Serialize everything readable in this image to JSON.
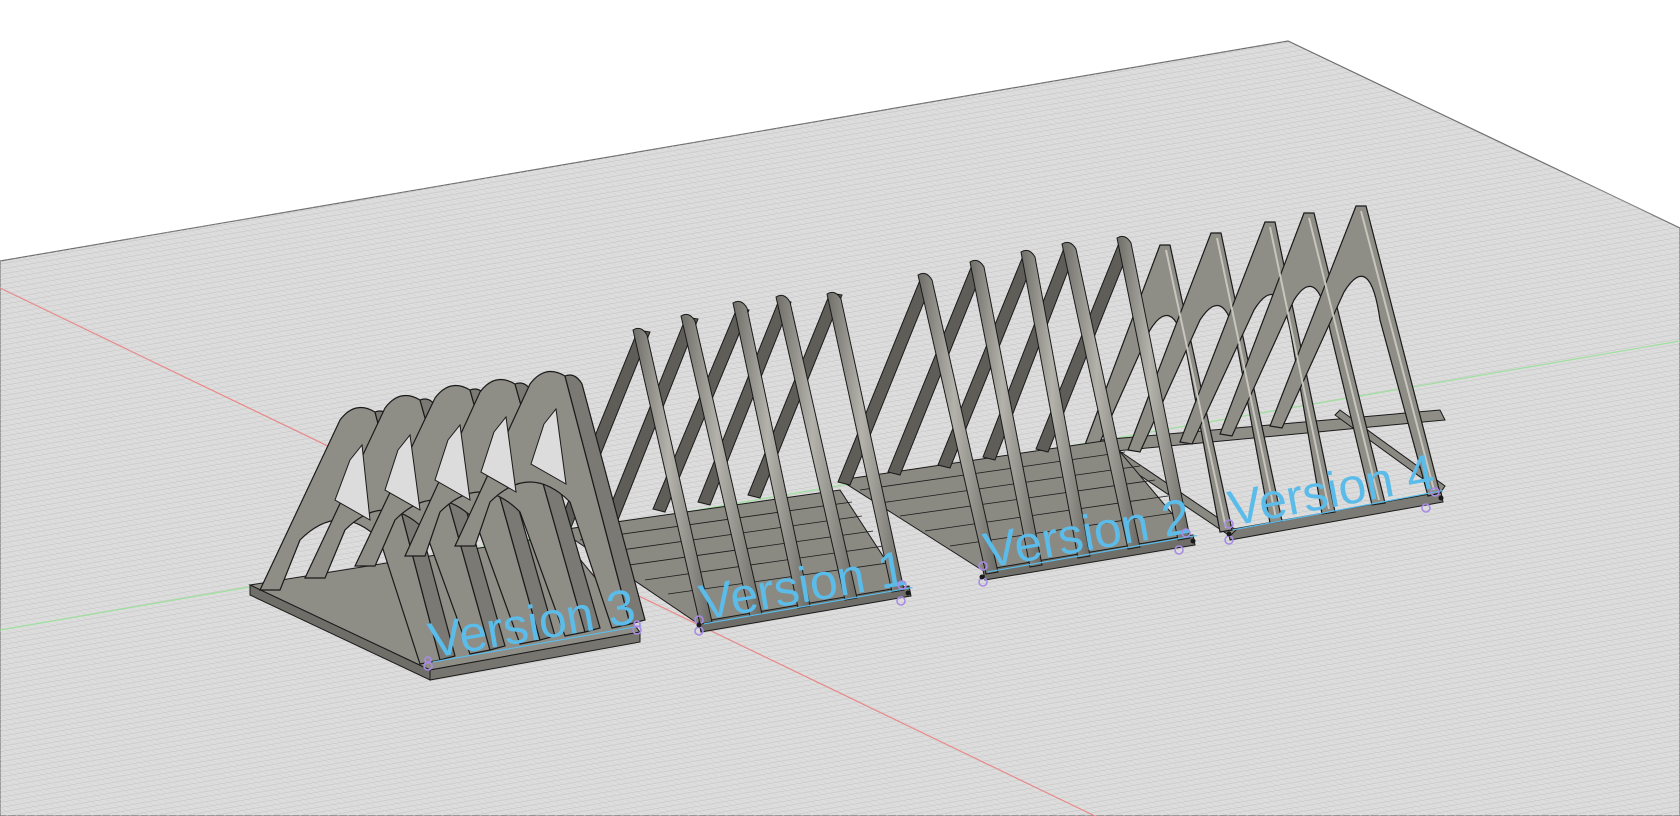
{
  "viewport": {
    "background": "#ffffff",
    "ground_plane": {
      "fill": "#dddddd",
      "grid_line": "#c4c4c4",
      "edge": "#707070",
      "outline": [
        [
          0,
          261
        ],
        [
          1288,
          41
        ],
        [
          1680,
          228
        ],
        [
          1680,
          816
        ],
        [
          0,
          816
        ]
      ]
    },
    "axes": {
      "x_axis": {
        "color": "#e88a8a",
        "from": [
          0,
          288
        ],
        "to": [
          1095,
          816
        ]
      },
      "y_axis": {
        "color": "#9ee09e",
        "from": [
          0,
          630
        ],
        "to": [
          1680,
          341
        ]
      }
    },
    "model_colors": {
      "body": "#8e8d86",
      "light": "#a9a8a1",
      "shadow": "#5e5d58",
      "edge": "#1a1a1a"
    },
    "label_color": "#5bbcea",
    "anchor_color": "#a98be6"
  },
  "models": [
    {
      "name": "Version 3",
      "style": "arched-solid-plates"
    },
    {
      "name": "Version 1",
      "style": "rod-frame"
    },
    {
      "name": "Version 2",
      "style": "rod-frame"
    },
    {
      "name": "Version 4",
      "style": "open-triangle-plates"
    }
  ],
  "labels": [
    {
      "text": "Version 3",
      "start": [
        428,
        666
      ],
      "end": [
        637,
        630
      ]
    },
    {
      "text": "Version 1",
      "start": [
        699,
        629
      ],
      "end": [
        909,
        592
      ]
    },
    {
      "text": "Version 2",
      "start": [
        983,
        578
      ],
      "end": [
        1193,
        541
      ]
    },
    {
      "text": "Version 4",
      "start": [
        1228,
        536
      ],
      "end": [
        1441,
        496
      ]
    }
  ]
}
